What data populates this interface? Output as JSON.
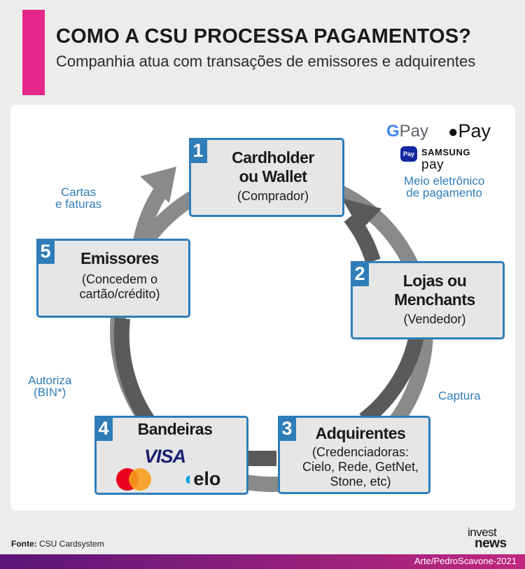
{
  "header": {
    "title": "COMO A CSU PROCESSA PAGAMENTOS?",
    "subtitle": "Companhia atua com transações de emissores e adquirentes"
  },
  "steps": [
    {
      "num": "1",
      "title_line1": "Cardholder",
      "title_line2": "ou Wallet",
      "desc": "(Comprador)"
    },
    {
      "num": "2",
      "title_line1": "Lojas ou",
      "title_line2": "Menchants",
      "desc": "(Vendedor)"
    },
    {
      "num": "3",
      "title": "Adquirentes",
      "desc_line1": "(Credenciadoras:",
      "desc_line2": "Cielo, Rede, GetNet,",
      "desc_line3": "Stone, etc)"
    },
    {
      "num": "4",
      "title": "Bandeiras",
      "brands": [
        "VISA",
        "mastercard",
        "elo"
      ]
    },
    {
      "num": "5",
      "title": "Emissores",
      "desc_line1": "(Concedem o",
      "desc_line2": "cartão/crédito)"
    }
  ],
  "labels": {
    "wallets_line1": "Meio eletrônico",
    "wallets_line2": "de pagamento",
    "capture": "Captura",
    "authorize_line1": "Autoriza",
    "authorize_line2": "(BIN*)",
    "cards_line1": "Cartas",
    "cards_line2": "e faturas"
  },
  "wallets": {
    "google": "Pay",
    "apple": "Pay",
    "samsung_badge": "Pay",
    "samsung_brand": "SAMSUNG",
    "samsung_pay": "pay"
  },
  "footer": {
    "source_label": "Fonte:",
    "source_value": "CSU Cardsystem",
    "logo_line1": "invest",
    "logo_line2": "news",
    "credit": "Arte/PedroScavone-2021"
  },
  "colors": {
    "accent": "#e6278a",
    "blue": "#2f7db8",
    "ring": "#8a8a8a",
    "arrow_dark": "#555555"
  }
}
